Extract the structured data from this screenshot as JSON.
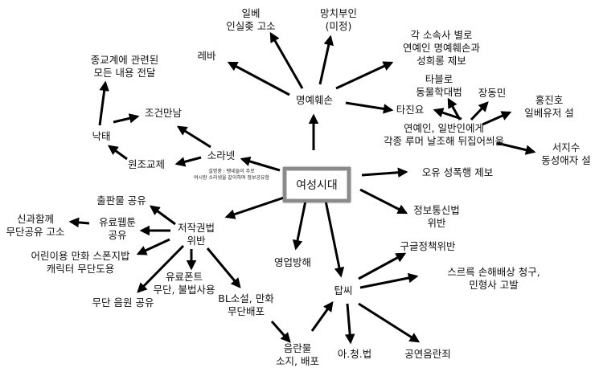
{
  "center": "여성시대",
  "note": "설명충 : 펭네들이 주로\n여시랑 소라넷을 같이하며 정보공유함",
  "nodes": {
    "ilbe": "일베\n인실좆 고소",
    "mangchi": "망치부인\n(미정)",
    "reba": "레바",
    "defamation_sexual": "각 소속사 별로\n연예인 명예훼손과\n성희롱 제보",
    "religion": "종교계에 관련된\n모든 내용 전달",
    "defamation": "명예훼손",
    "tablo": "타블로\n동물학대범",
    "tajinyo": "타진요",
    "jangdongmin": "장동민",
    "hongjinho": "홍진호\n일베유저 설",
    "celebrity_rumor": "연예인, 일반인에게\n각종 루머 날조해 뒤집어씌움",
    "seojisu": "서지수\n동성애자 설",
    "jogeonmannam": "조건만남",
    "soranet": "소라넷",
    "naktae": "낙태",
    "wonjogyoje": "원조교제",
    "sexual_violence": "오유 성폭행 제보",
    "telecom_law": "정보통신법\n위반",
    "publication_share": "출판물 공유",
    "copyright": "저작권법\n위반",
    "paid_webtoon": "유료웹툰\n공유",
    "shingwa": "신과함께\n무단공유 고소",
    "paid_font": "유료폰트\n무단, 불법사용",
    "kids_manhwa": "어린이용 만화 스폰지밥\n캐릭터 무단도용",
    "music_share": "무단 음원 공유",
    "bl": "BL소설, 만화\n무단배포",
    "business_obstruction": "영업방해",
    "google_policy": "구글정책위반",
    "tapssi": "탑씨",
    "lawsuit": "스르륵 손해배상 청구,\n민형사 고발",
    "obscene_possession": "음란물\n소지, 배포",
    "achungbeop": "아.청.법",
    "public_obscenity": "공연음란죄"
  }
}
